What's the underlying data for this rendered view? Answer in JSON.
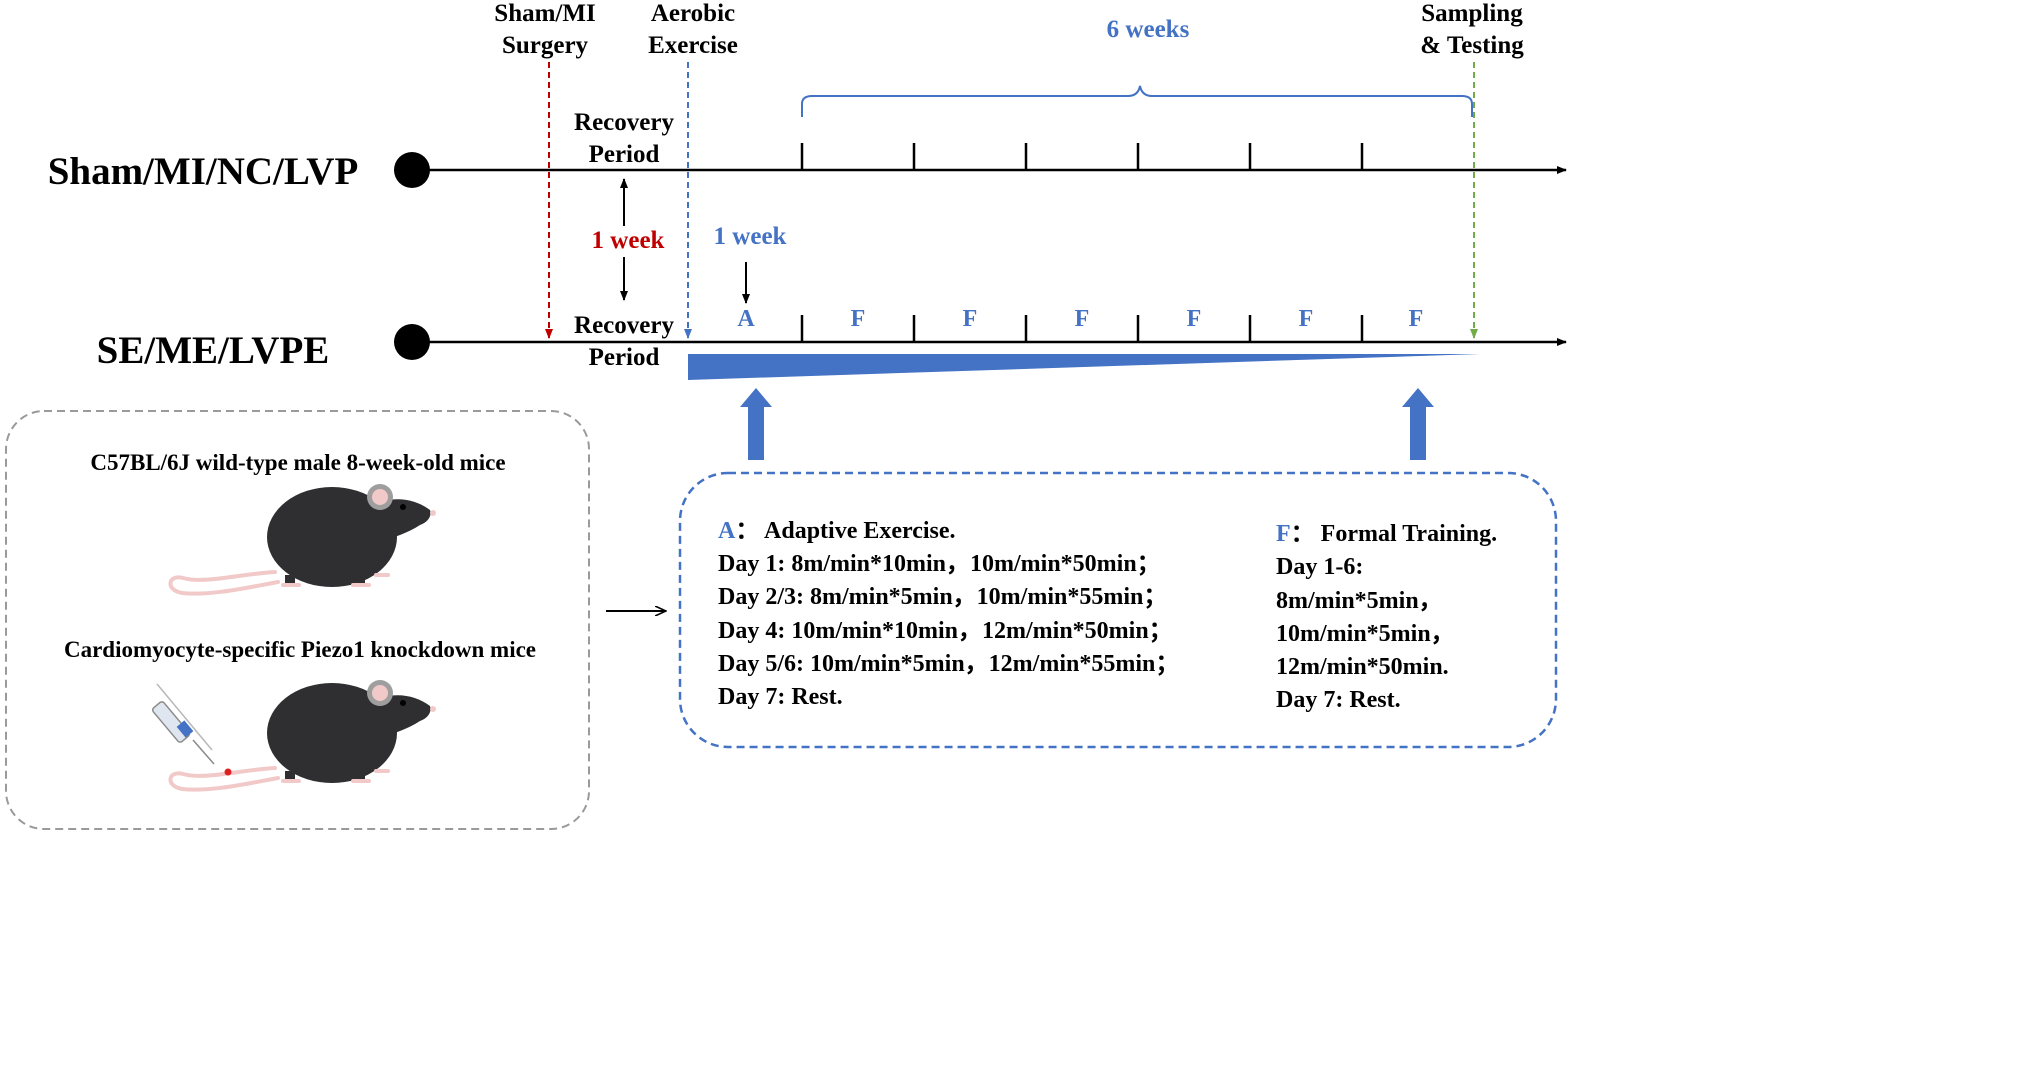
{
  "colors": {
    "black": "#000000",
    "red": "#c00000",
    "blue": "#4472c4",
    "green": "#70ad47",
    "gray": "#9a9a9a",
    "mouse": "#2f2f31",
    "mouse_pink": "#f2c9c9"
  },
  "timeline": {
    "events": {
      "surgery": "Sham/MI\nSurgery",
      "exercise": "Aerobic\nExercise",
      "sampling": "Sampling\n& Testing"
    },
    "duration_label": "6 weeks",
    "rows": [
      {
        "group": "Sham/MI/NC/LVP",
        "recovery": "Recovery\nPeriod"
      },
      {
        "group": "SE/ME/LVPE",
        "recovery": "Recovery\nPeriod"
      }
    ],
    "recovery_interval": "1 week",
    "adaptive_interval": "1 week",
    "adaptive_marker": "A",
    "formal_markers": [
      "F",
      "F",
      "F",
      "F",
      "F",
      "F"
    ]
  },
  "mice_panel": {
    "title_top": "C57BL/6J wild-type male 8-week-old mice",
    "title_bottom": "Cardiomyocyte-specific Piezo1 knockdown mice",
    "icons": [
      "mouse-icon",
      "syringe-icon"
    ]
  },
  "protocol": {
    "adaptive": {
      "letter": "A",
      "title": "：  Adaptive Exercise.",
      "lines": [
        "Day 1: 8m/min*10min，10m/min*50min；",
        "Day 2/3: 8m/min*5min，10m/min*55min；",
        "Day 4: 10m/min*10min，12m/min*50min；",
        "Day 5/6: 10m/min*5min，12m/min*55min；",
        "Day 7: Rest."
      ]
    },
    "formal": {
      "letter": "F",
      "title": "：  Formal Training.",
      "lines": [
        "Day 1-6:",
        "8m/min*5min，",
        "10m/min*5min，",
        "12m/min*50min.",
        "Day 7: Rest."
      ]
    }
  }
}
